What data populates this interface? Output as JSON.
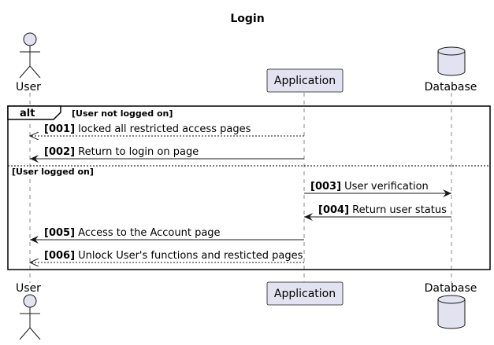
{
  "title": "Login",
  "participants": {
    "user": {
      "label": "User",
      "kind": "actor"
    },
    "application": {
      "label": "Application",
      "kind": "participant"
    },
    "database": {
      "label": "Database",
      "kind": "database"
    }
  },
  "alt": {
    "keyword": "alt",
    "guards": [
      "[User not logged on]",
      "[User logged on]"
    ]
  },
  "messages": [
    {
      "id": "[001]",
      "text": "locked all restricted access pages",
      "from": "application",
      "to": "user",
      "style": "dashed",
      "head": "open"
    },
    {
      "id": "[002]",
      "text": "Return to login on page",
      "from": "application",
      "to": "user",
      "style": "solid",
      "head": "filled"
    },
    {
      "id": "[003]",
      "text": "User verification",
      "from": "application",
      "to": "database",
      "style": "solid",
      "head": "filled"
    },
    {
      "id": "[004]",
      "text": "Return user status",
      "from": "database",
      "to": "application",
      "style": "solid",
      "head": "filled"
    },
    {
      "id": "[005]",
      "text": "Access to the Account page",
      "from": "application",
      "to": "user",
      "style": "solid",
      "head": "filled"
    },
    {
      "id": "[006]",
      "text": "Unlock User's functions and resticted pages",
      "from": "application",
      "to": "user",
      "style": "dashed",
      "head": "open"
    }
  ],
  "colors": {
    "participant_fill": "#E2E2F0",
    "participant_stroke": "#181818",
    "lifeline": "#888888"
  }
}
